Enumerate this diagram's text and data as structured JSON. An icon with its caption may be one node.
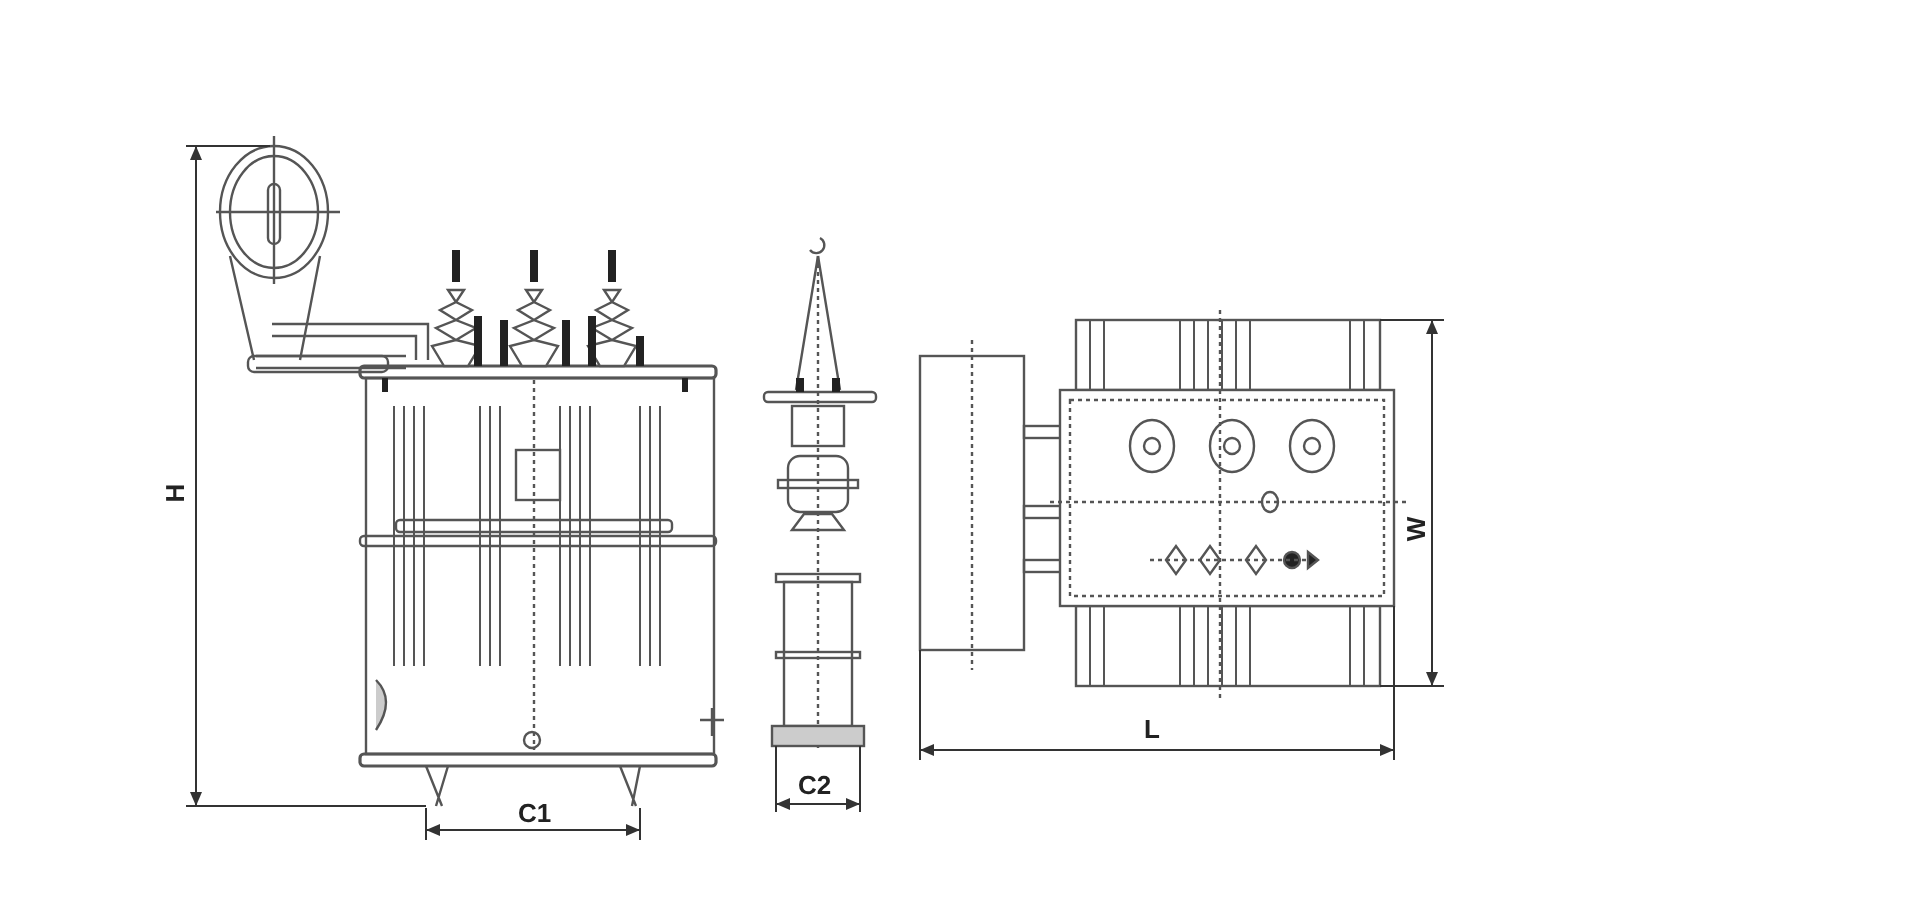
{
  "diagram": {
    "labels": [
      "H",
      "C1",
      "C2",
      "L",
      "W"
    ]
  }
}
